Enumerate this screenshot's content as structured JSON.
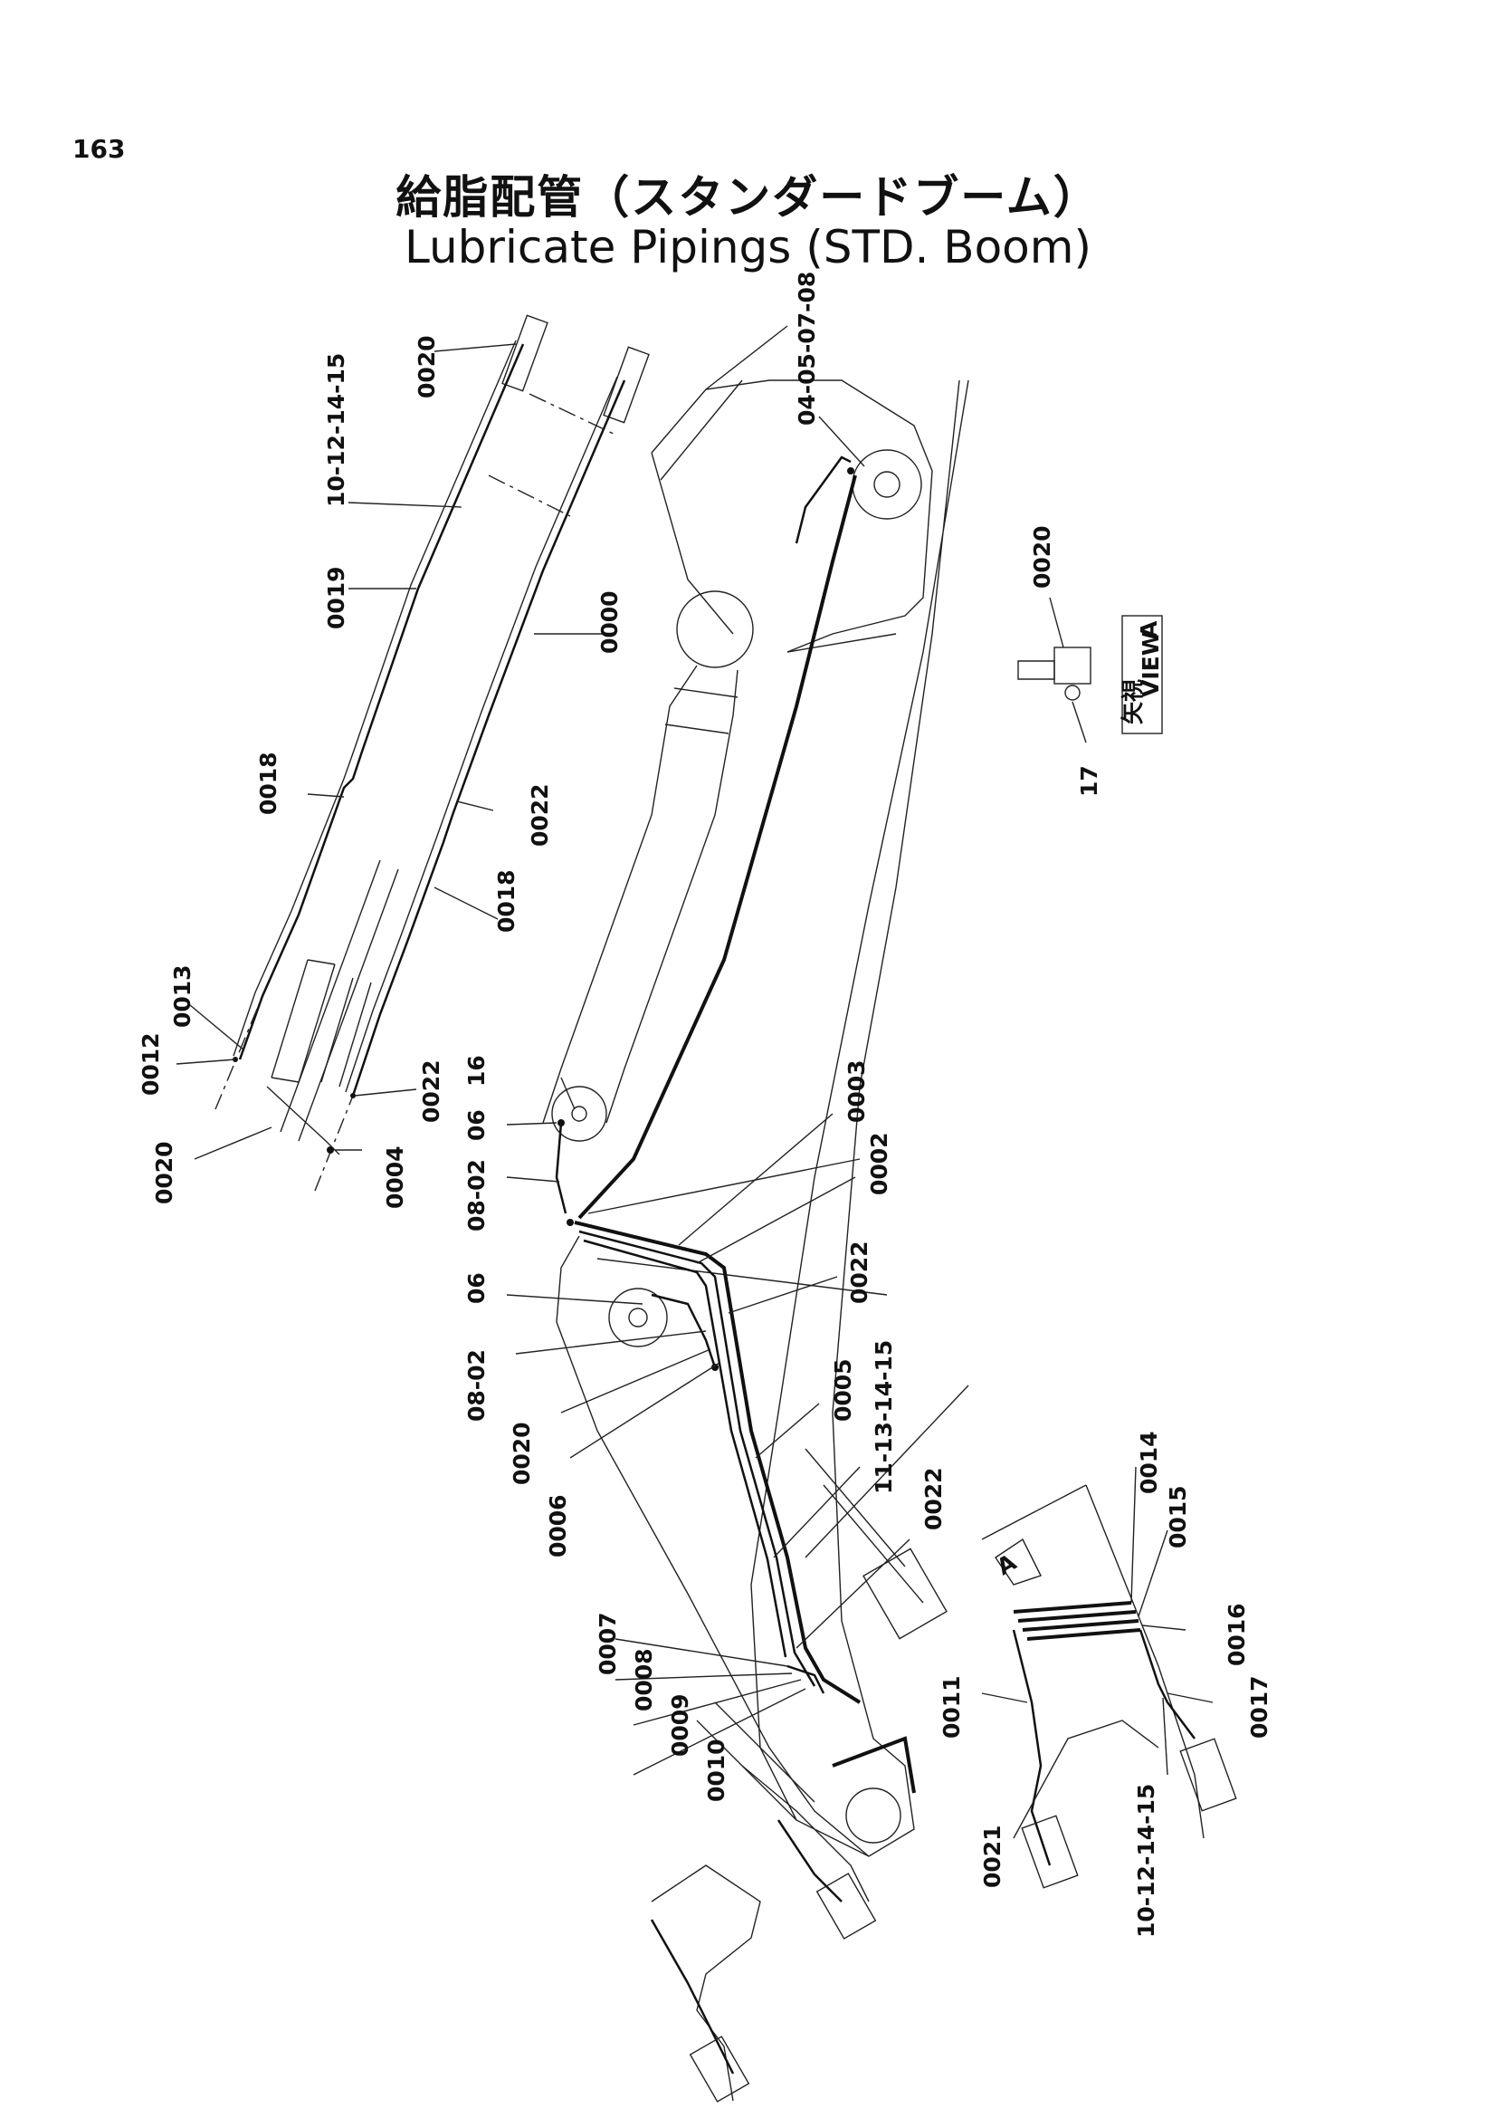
{
  "page": {
    "page_number": "163",
    "title_jp": "給脂配管（スタンダードブーム）",
    "title_en": "Lubricate Pipings (STD. Boom)"
  },
  "view_label": {
    "jp": "矢視",
    "view": "VIEW",
    "letter": "A"
  },
  "arrow_letter": "A",
  "callouts": {
    "c0020_top": "0020",
    "c10_12_14_15_top": "10-12-14-15",
    "c0019": "0019",
    "c0000": "0000",
    "c0018_upper": "0018",
    "c0022_upper": "0022",
    "c0018_lower": "0018",
    "c0013": "0013",
    "c0012": "0012",
    "c0022_left": "0022",
    "c0020_left": "0020",
    "c0004": "0004",
    "c04_08": "04-05-07-08",
    "c0020_view": "0020",
    "c17": "17",
    "c16": "16",
    "c06_upper": "06",
    "c08_02_upper": "08-02",
    "c0003": "0003",
    "c0002": "0002",
    "c06_lower": "06",
    "c0022_mid": "0022",
    "c08_02_lower": "08-02",
    "c0020_mid": "0020",
    "c0006": "0006",
    "c0005": "0005",
    "c11_13_14_15": "11-13-14-15",
    "c0022_lower": "0022",
    "c0007": "0007",
    "c0008": "0008",
    "c0009": "0009",
    "c0010": "0010",
    "c0014": "0014",
    "c0015": "0015",
    "c0016": "0016",
    "c0017": "0017",
    "c0011": "0011",
    "c0021": "0021",
    "c10_12_14_15_bottom": "10-12-14-15"
  }
}
